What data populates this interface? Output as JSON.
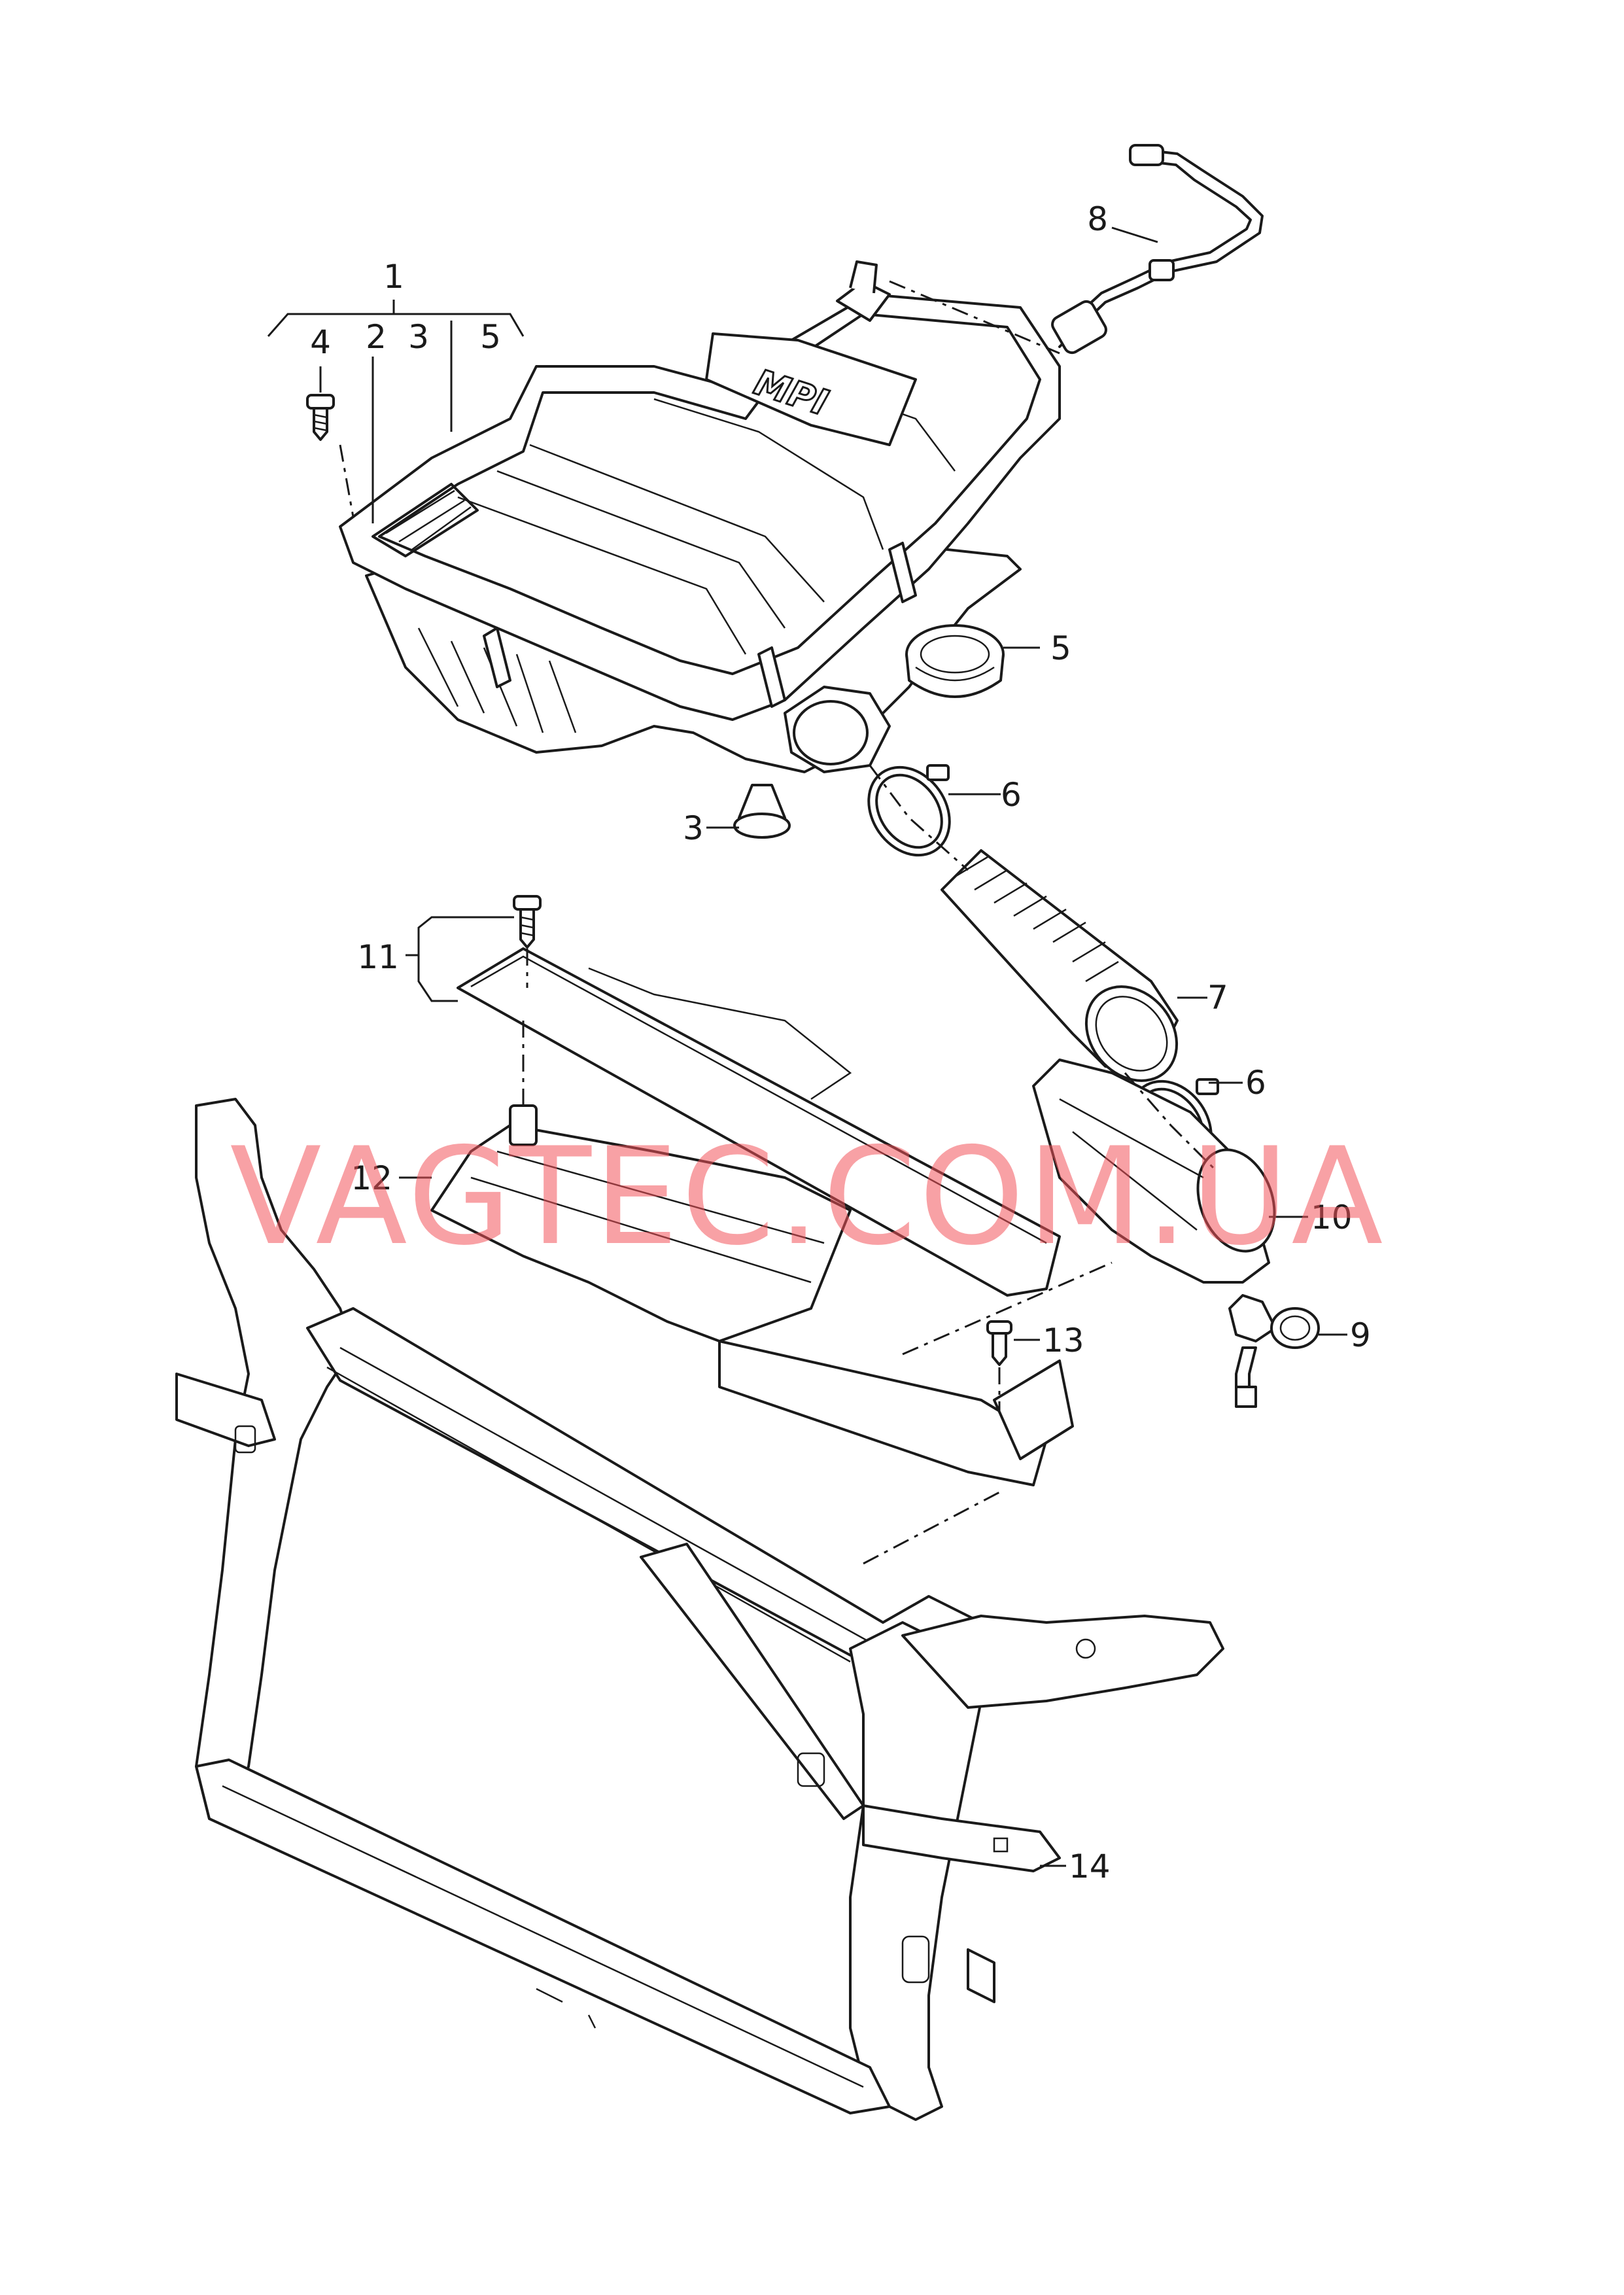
{
  "labels": {
    "l1": "1",
    "l2": "2",
    "l3a": "3",
    "l3b": "3",
    "l4": "4",
    "l5a": "5",
    "l5b": "5",
    "l6a": "6",
    "l6b": "6",
    "l7": "7",
    "l8": "8",
    "l9": "9",
    "l10": "10",
    "l11": "11",
    "l12": "12",
    "l13": "13",
    "l14": "14"
  },
  "parts": {
    "cover_stamp": "MPI"
  },
  "watermark": "VAGTEC.COM.UA"
}
